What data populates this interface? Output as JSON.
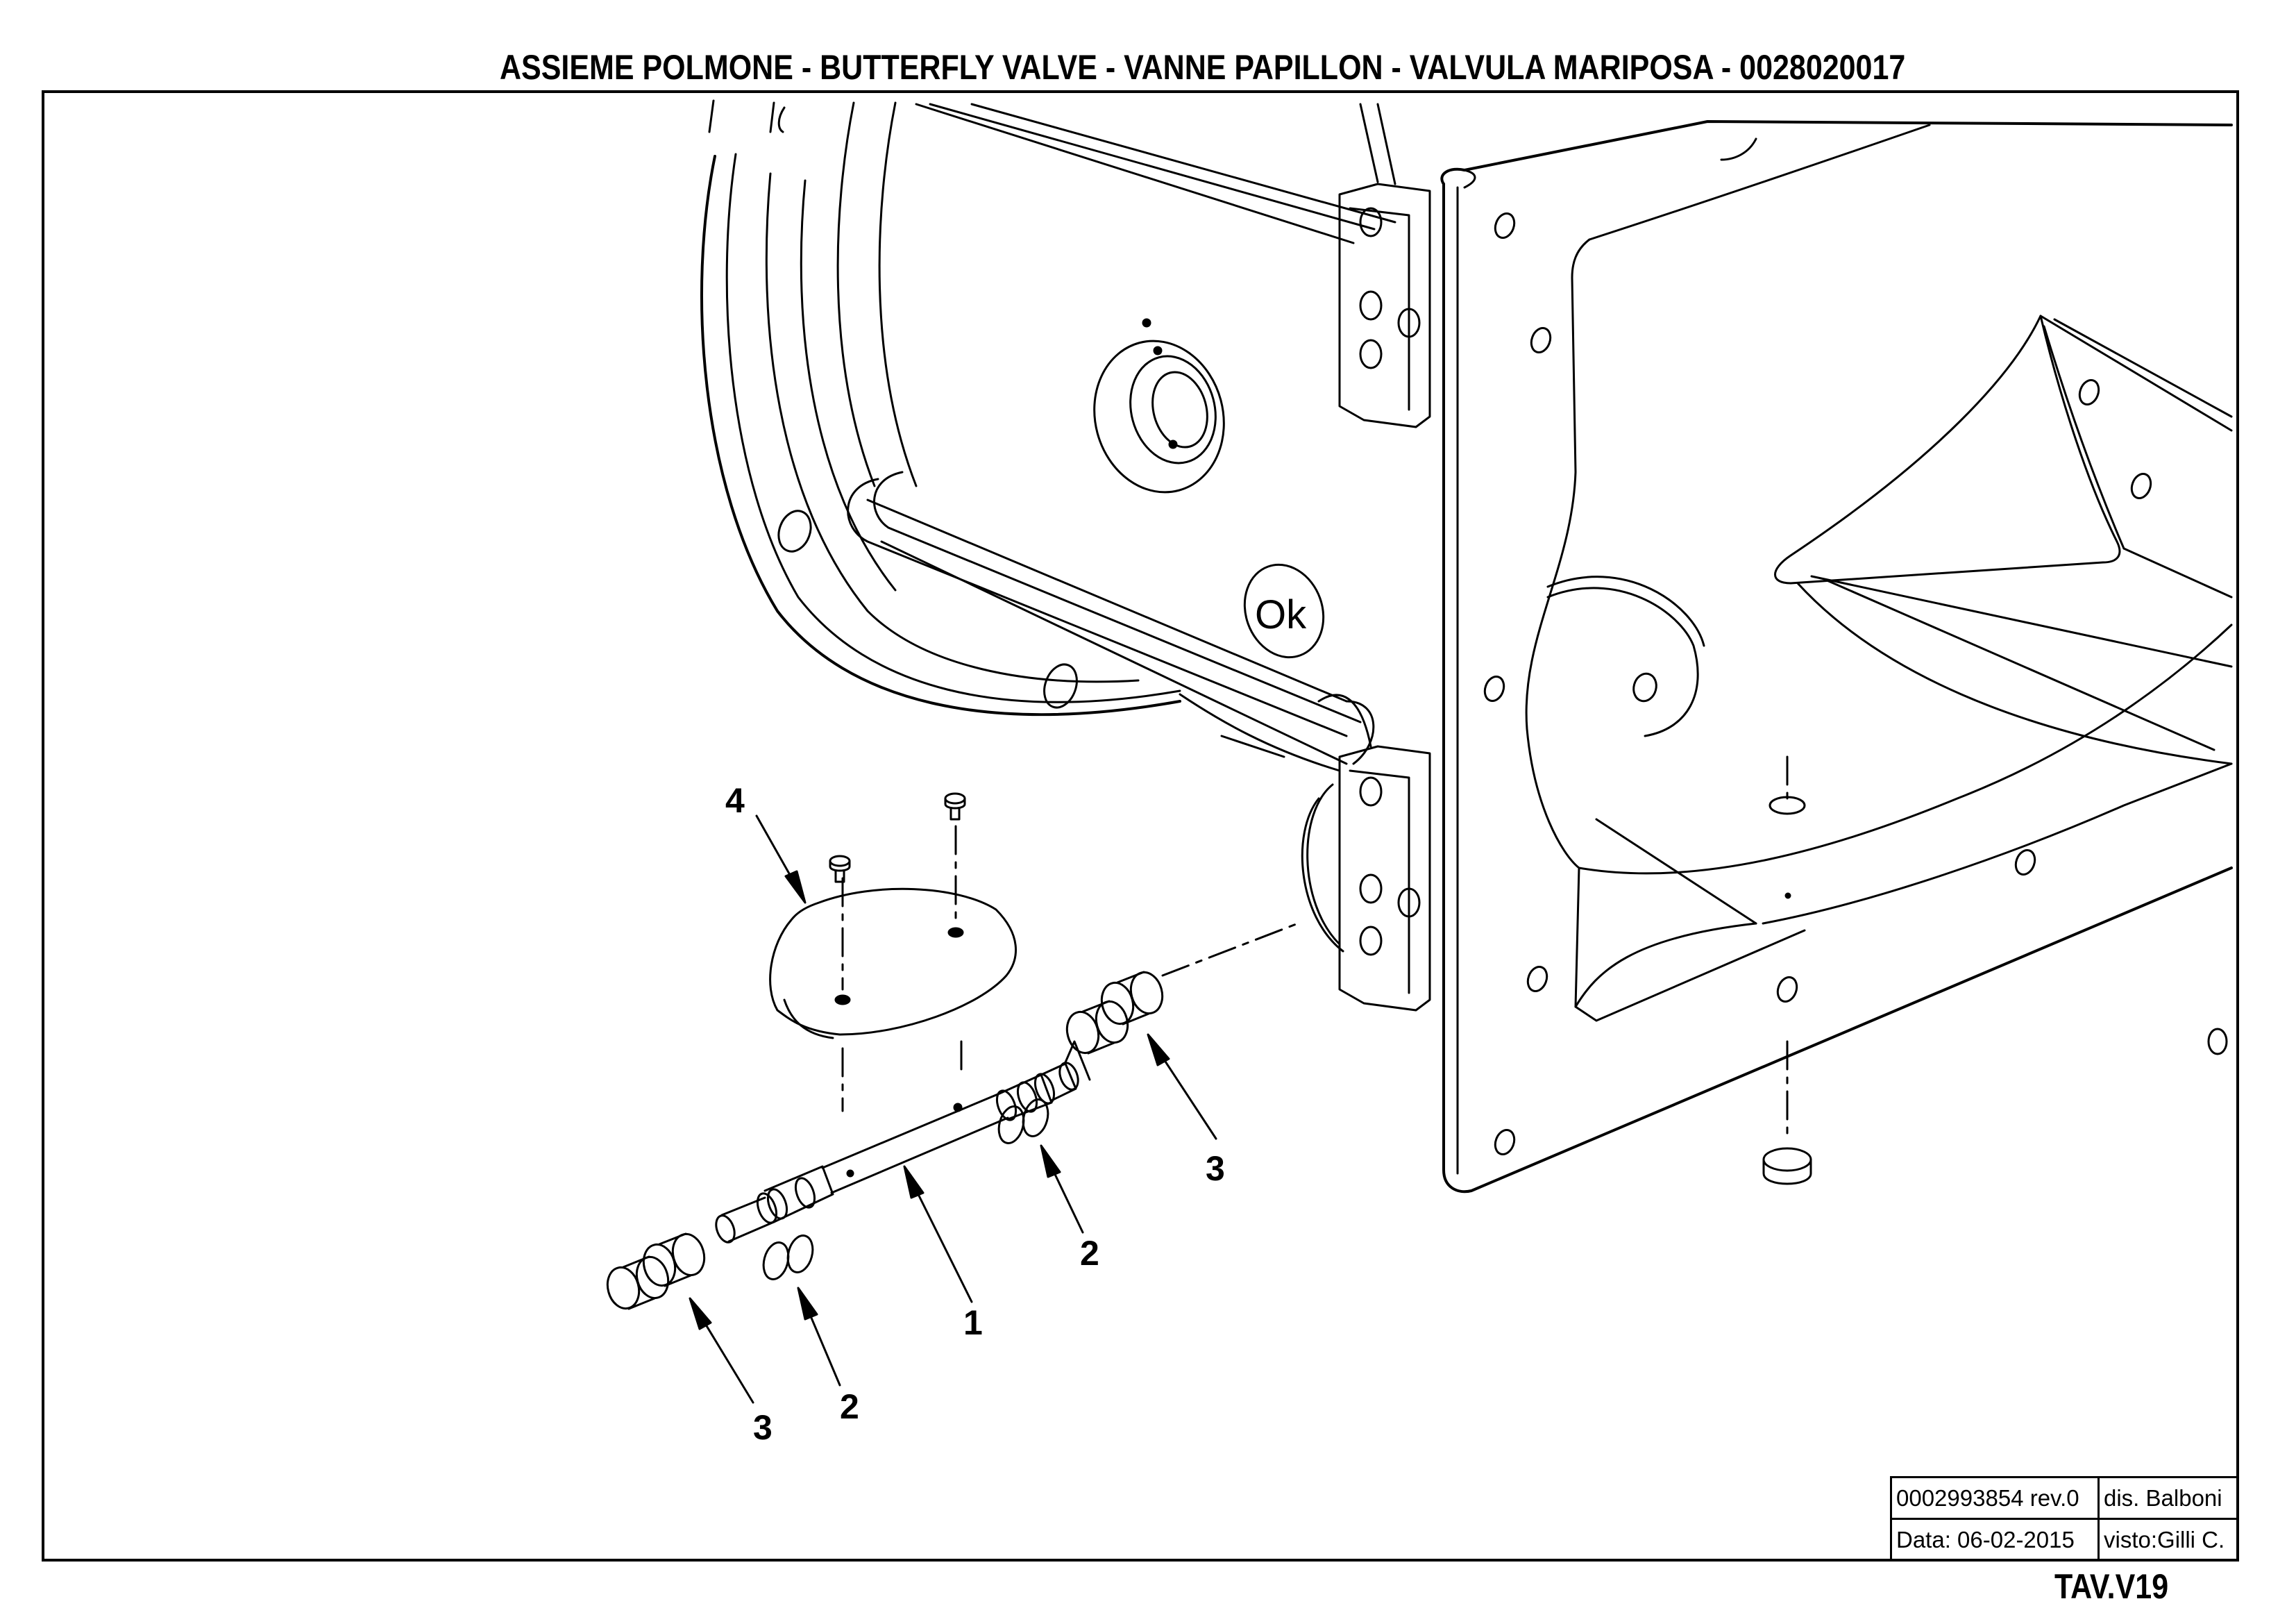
{
  "title": "ASSIEME POLMONE - BUTTERFLY VALVE - VANNE PAPILLON - VALVULA MARIPOSA - 0028020017",
  "title_block": {
    "doc_id": "0002993854 rev.0",
    "drawn_by": "dis. Balboni",
    "date": "Data: 06-02-2015",
    "checked_by": "visto:Gilli C."
  },
  "table_ref": "TAV.V19",
  "stamp": "Ok",
  "callouts": [
    {
      "id": "callout-4",
      "label": "4"
    },
    {
      "id": "callout-1",
      "label": "1"
    },
    {
      "id": "callout-2-right",
      "label": "2"
    },
    {
      "id": "callout-2-left",
      "label": "2"
    },
    {
      "id": "callout-3-right",
      "label": "3"
    },
    {
      "id": "callout-3-left",
      "label": "3"
    }
  ]
}
